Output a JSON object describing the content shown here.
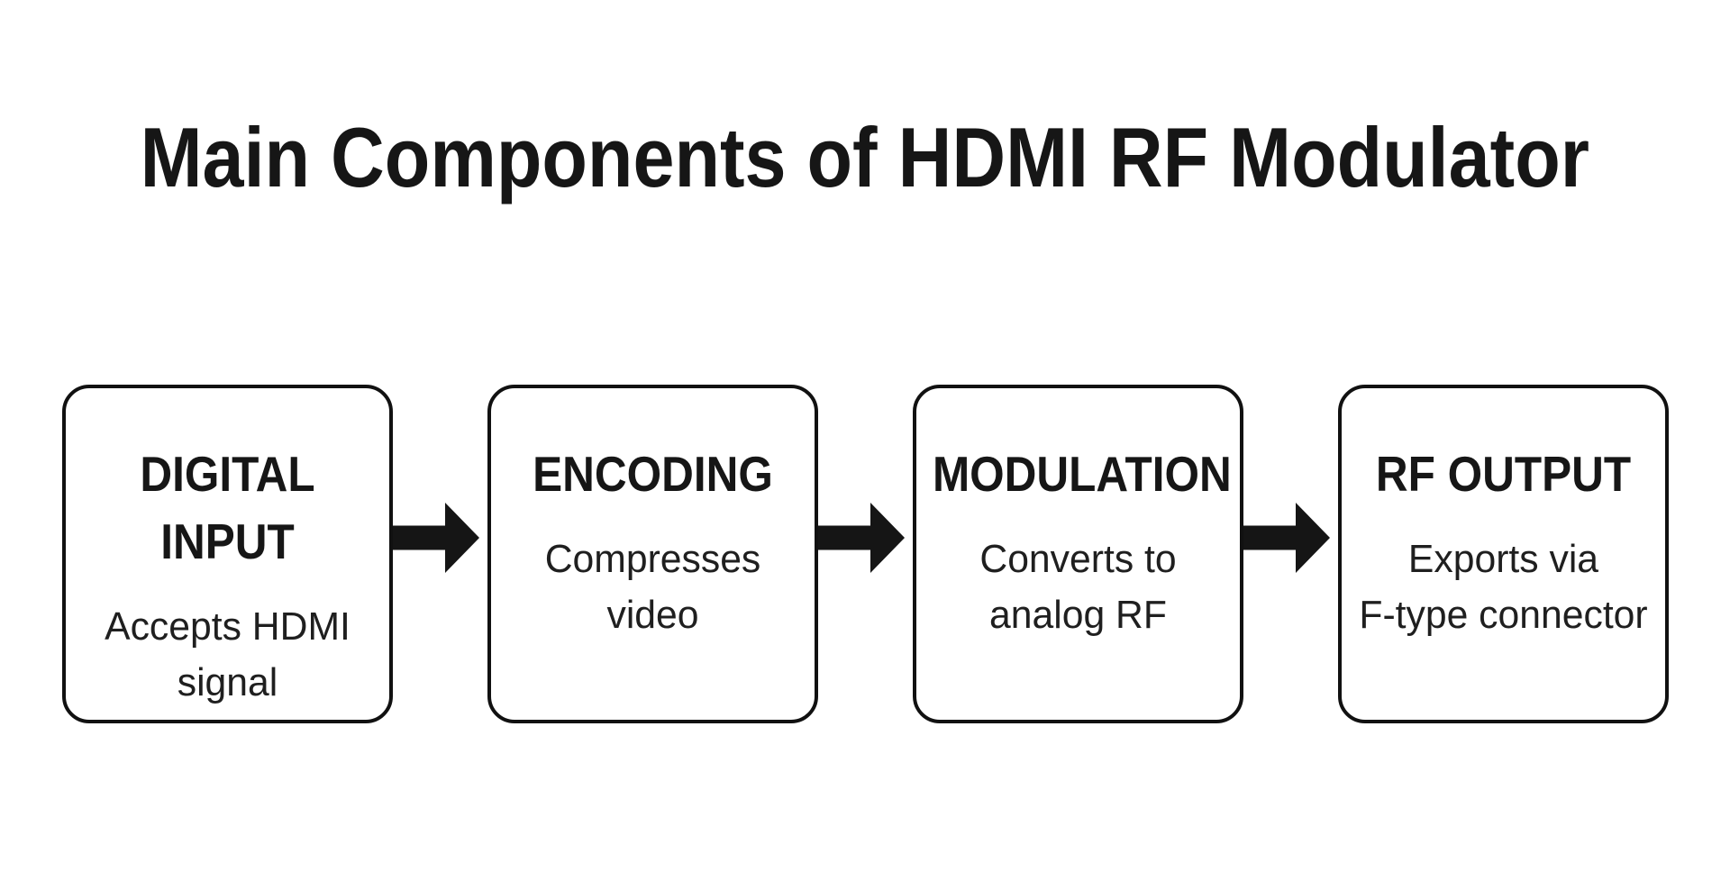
{
  "title": "Main Components of HDMI RF Modulator",
  "colors": {
    "background": "#ffffff",
    "ink": "#161616",
    "box_border": "#111111",
    "arrow": "#151515"
  },
  "flow": {
    "connector_icon": "arrow-right",
    "boxes": [
      {
        "id": "digital-input",
        "title_lines": [
          "DIGITAL",
          "INPUT"
        ],
        "desc_lines": [
          "Accepts HDMI",
          "signal"
        ]
      },
      {
        "id": "encoding",
        "title_lines": [
          "ENCODING"
        ],
        "desc_lines": [
          "Compresses",
          "video"
        ]
      },
      {
        "id": "modulation",
        "title_lines": [
          "MODULATION"
        ],
        "desc_lines": [
          "Converts to",
          "analog RF"
        ]
      },
      {
        "id": "rf-output",
        "title_lines": [
          "RF OUTPUT"
        ],
        "desc_lines": [
          "Exports via",
          "F-type connector"
        ]
      }
    ]
  }
}
